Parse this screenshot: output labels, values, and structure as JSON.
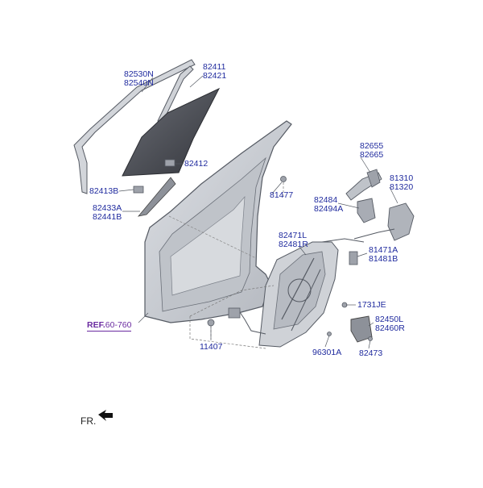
{
  "labels": {
    "l_82530n": "82530N",
    "l_82540n": "82540N",
    "l_82411": "82411",
    "l_82421": "82421",
    "l_82412": "82412",
    "l_82413b": "82413B",
    "l_82433a": "82433A",
    "l_82441b": "82441B",
    "l_81477": "81477",
    "l_82655": "82655",
    "l_82665": "82665",
    "l_81310": "81310",
    "l_81320": "81320",
    "l_82484": "82484",
    "l_82494a": "82494A",
    "l_82471l": "82471L",
    "l_82481r": "82481R",
    "l_81471a": "81471A",
    "l_81481b": "81481B",
    "l_1731je": "1731JE",
    "l_82450l": "82450L",
    "l_82460r": "82460R",
    "l_11407": "11407",
    "l_96301a": "96301A",
    "l_82473": "82473"
  },
  "reference": {
    "prefix": "REF.",
    "code": "60-760"
  },
  "orientation": {
    "label": "FR."
  },
  "colors": {
    "label": "#1f2a9e",
    "reference": "#6a2aa0",
    "part_fill": "#c9ccd2",
    "glass": "#4a4d55",
    "outline": "#555a63"
  },
  "icons": {
    "direction": "arrow-front-icon"
  }
}
